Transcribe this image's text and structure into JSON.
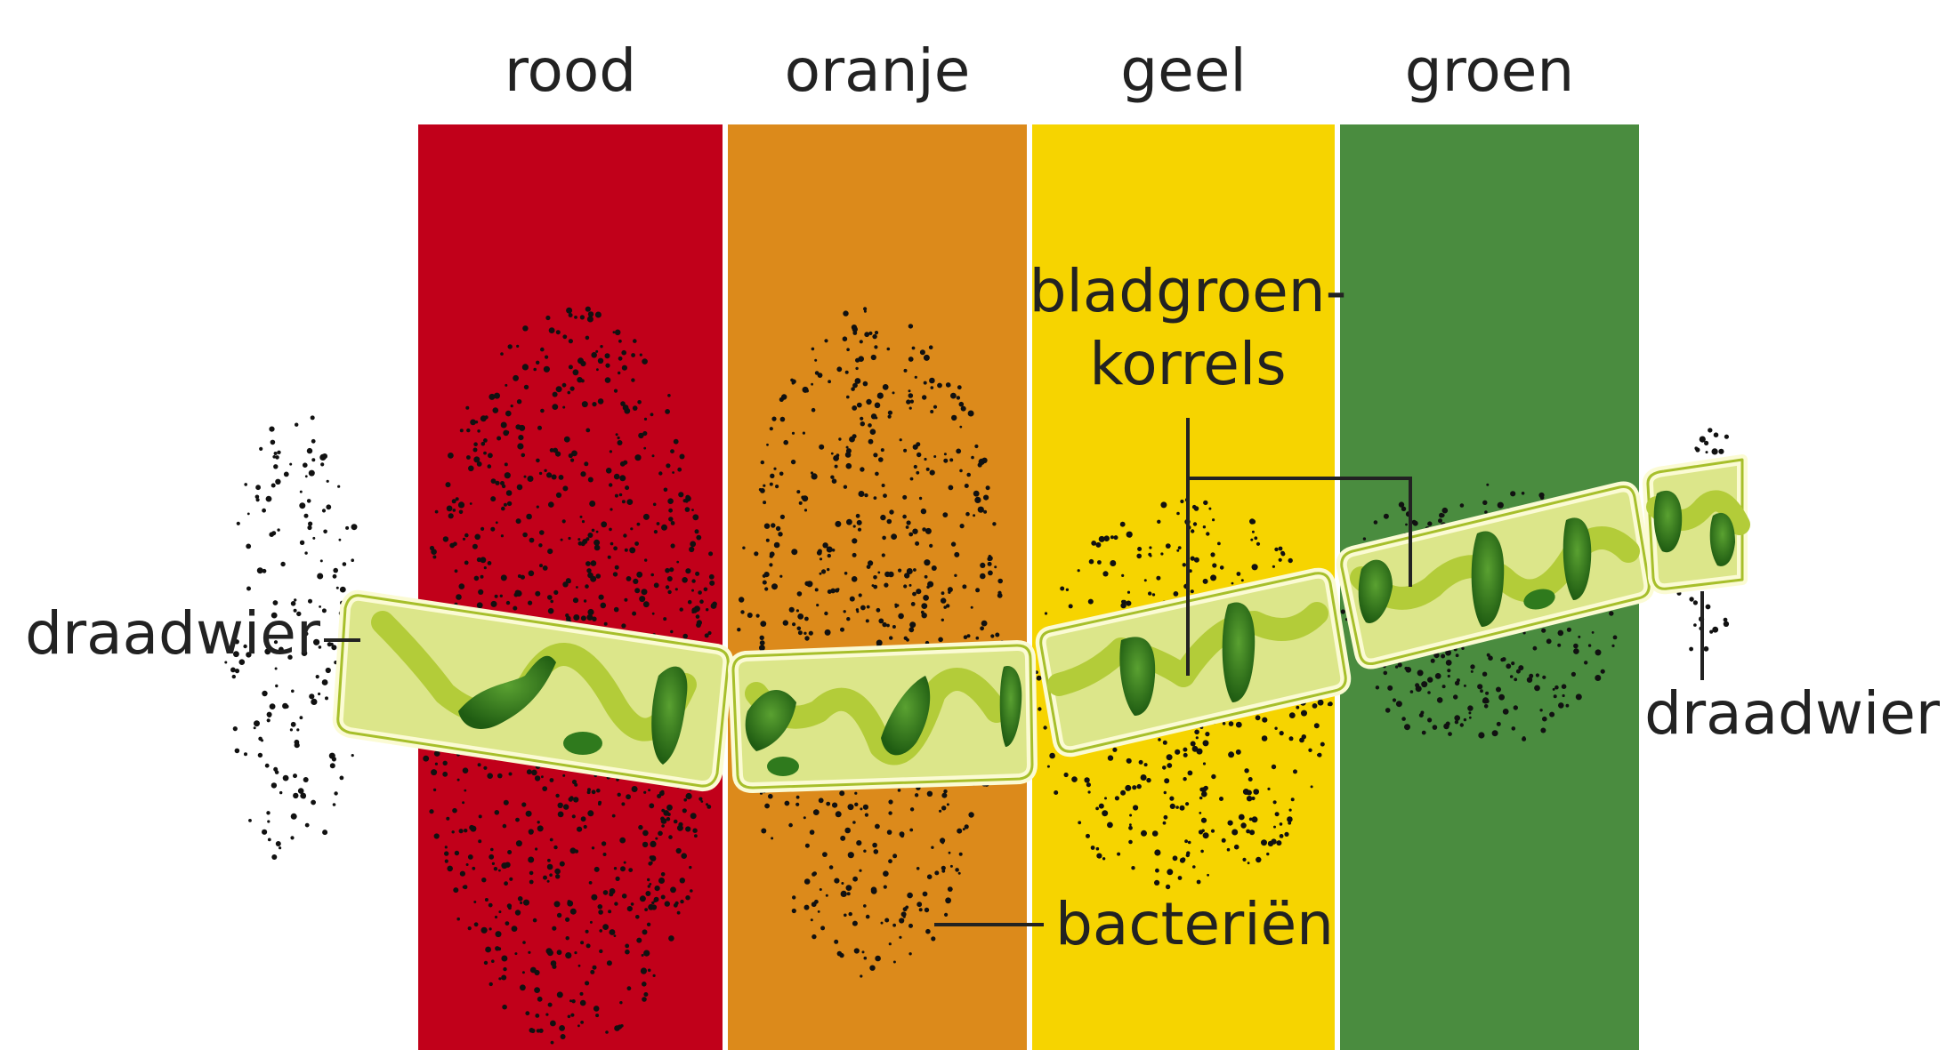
{
  "bands": [
    {
      "label": "rood",
      "color": "#c1001a"
    },
    {
      "label": "oranje",
      "color": "#dc8a1b"
    },
    {
      "label": "geel",
      "color": "#f6d400"
    },
    {
      "label": "groen",
      "color": "#4a8c3f"
    }
  ],
  "labels": {
    "alga_left": "draadwier",
    "alga_right": "draadwier",
    "chloroplast_line1": "bladgroen-",
    "chloroplast_line2": "korrels",
    "bacteria": "bacteriën"
  },
  "colors": {
    "cell_fill": "#dce68a",
    "cell_edge": "#fbfbd4",
    "cell_outline": "#a7bf2b",
    "chloroplast_dark": "#2f7a1d",
    "chloroplast_light": "#b3cc39",
    "bacteria": "#111111",
    "text": "#222222"
  }
}
